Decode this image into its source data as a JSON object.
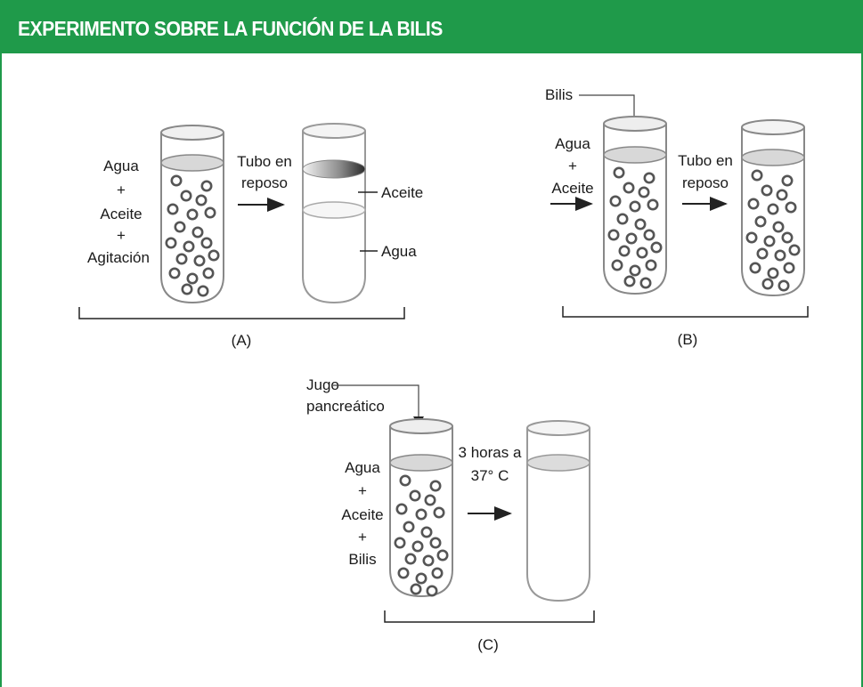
{
  "header": {
    "title": "EXPERIMENTO SOBRE LA FUNCIÓN DE LA BILIS"
  },
  "colors": {
    "header_bg": "#1f9a4a",
    "header_text": "#ffffff",
    "line": "#222222",
    "glass": "#888888"
  },
  "panel_a": {
    "mix_labels": [
      "Agua",
      "+",
      "Aceite",
      "+",
      "Agitación"
    ],
    "step_labels": [
      "Tubo en",
      "reposo"
    ],
    "layer_labels": {
      "oil": "Aceite",
      "water": "Agua"
    },
    "caption": "(A)"
  },
  "panel_b": {
    "added_label": "Bilis",
    "mix_labels": [
      "Agua",
      "+",
      "Aceite"
    ],
    "step_labels": [
      "Tubo en",
      "reposo"
    ],
    "caption": "(B)"
  },
  "panel_c": {
    "added_labels": [
      "Jugo",
      "pancreático"
    ],
    "mix_labels": [
      "Agua",
      "+",
      "Aceite",
      "+",
      "Bilis"
    ],
    "step_labels": [
      "3 horas a",
      "37° C"
    ],
    "caption": "(C)"
  }
}
